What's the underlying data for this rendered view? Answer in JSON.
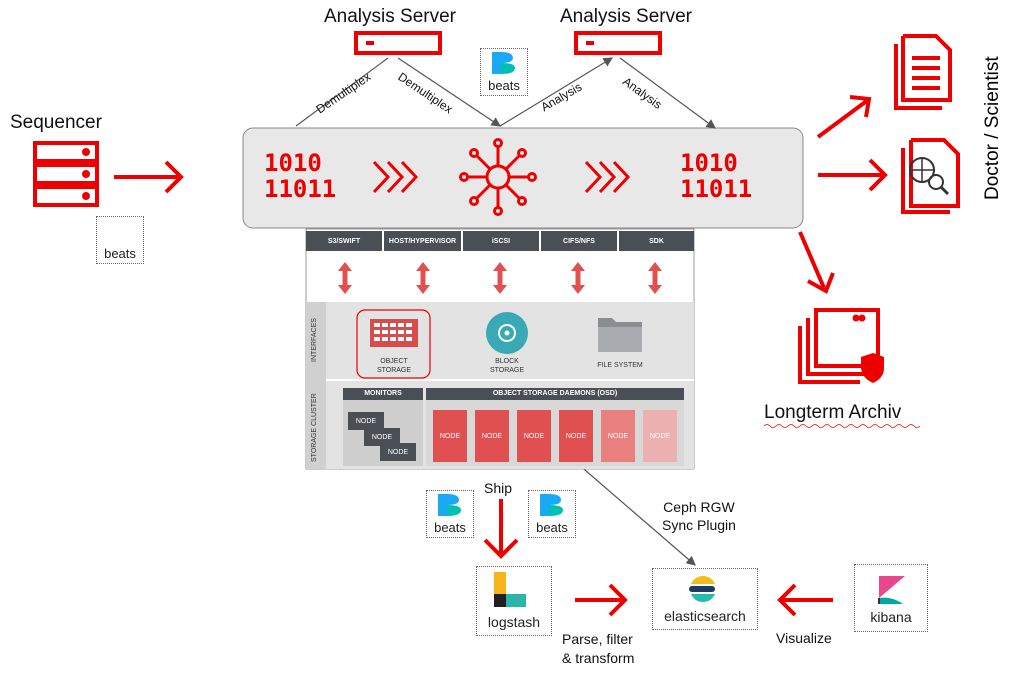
{
  "labels": {
    "sequencer": "Sequencer",
    "analysis_server_1": "Analysis Server",
    "analysis_server_2": "Analysis Server",
    "doctor": "Doctor / Scientist",
    "archive": "Longterm Archiv",
    "demux_1": "Demultiplex",
    "demux_2": "Demultiplex",
    "analysis_1": "Analysis",
    "analysis_2": "Analysis",
    "ship": "Ship",
    "ceph_1": "Ceph RGW",
    "ceph_2": "Sync Plugin",
    "parse_1": "Parse, filter",
    "parse_2": "& transform",
    "visualize": "Visualize",
    "logstash": "logstash",
    "elasticsearch": "elasticsearch",
    "kibana": "kibana",
    "beats": "beats"
  },
  "binary": {
    "top": "1010",
    "bottom": "11011"
  },
  "ceph": {
    "tabs": [
      "S3/SWIFT",
      "HOST/HYPERVISOR",
      "iSCSI",
      "CIFS/NFS",
      "SDK"
    ],
    "interfaces_label": "INTERFACES",
    "cluster_label": "STORAGE CLUSTER",
    "object_storage": [
      "OBJECT",
      "STORAGE"
    ],
    "block_storage": [
      "BLOCK",
      "STORAGE"
    ],
    "file_system": "FILE SYSTEM",
    "monitors": "MONITORS",
    "osd": "OBJECT STORAGE DAEMONS (OSD)",
    "node": "NODE"
  },
  "colors": {
    "red": "#ee0000",
    "panel": "#e8e8e8",
    "dark": "#4a4f55",
    "teal": "#2bb5a8"
  }
}
